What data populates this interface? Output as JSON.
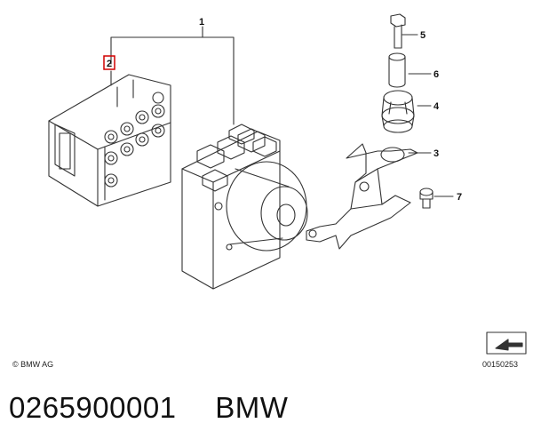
{
  "diagram": {
    "callouts": [
      {
        "id": "1",
        "label": "1"
      },
      {
        "id": "2",
        "label": "2",
        "highlight_color": "#d00000"
      },
      {
        "id": "3",
        "label": "3"
      },
      {
        "id": "4",
        "label": "4"
      },
      {
        "id": "5",
        "label": "5"
      },
      {
        "id": "6",
        "label": "6"
      },
      {
        "id": "7",
        "label": "7"
      }
    ],
    "copyright": "© BMW AG",
    "diagram_id": "00150253",
    "icon": "arrow-corner-icon"
  },
  "footer": {
    "part_number": "0265900001",
    "brand": "BMW"
  },
  "colors": {
    "line": "#333333",
    "highlight": "#d00000"
  }
}
